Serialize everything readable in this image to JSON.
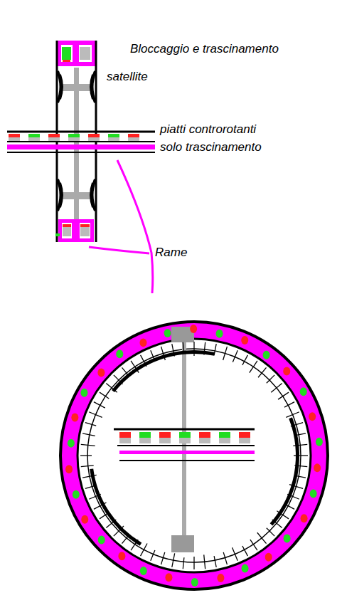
{
  "diagram": {
    "title": "Bloccaggio e trascinamento",
    "labels": [
      "satellite",
      "piatti controrotanti",
      "solo trascinamento",
      "Rame"
    ]
  }
}
